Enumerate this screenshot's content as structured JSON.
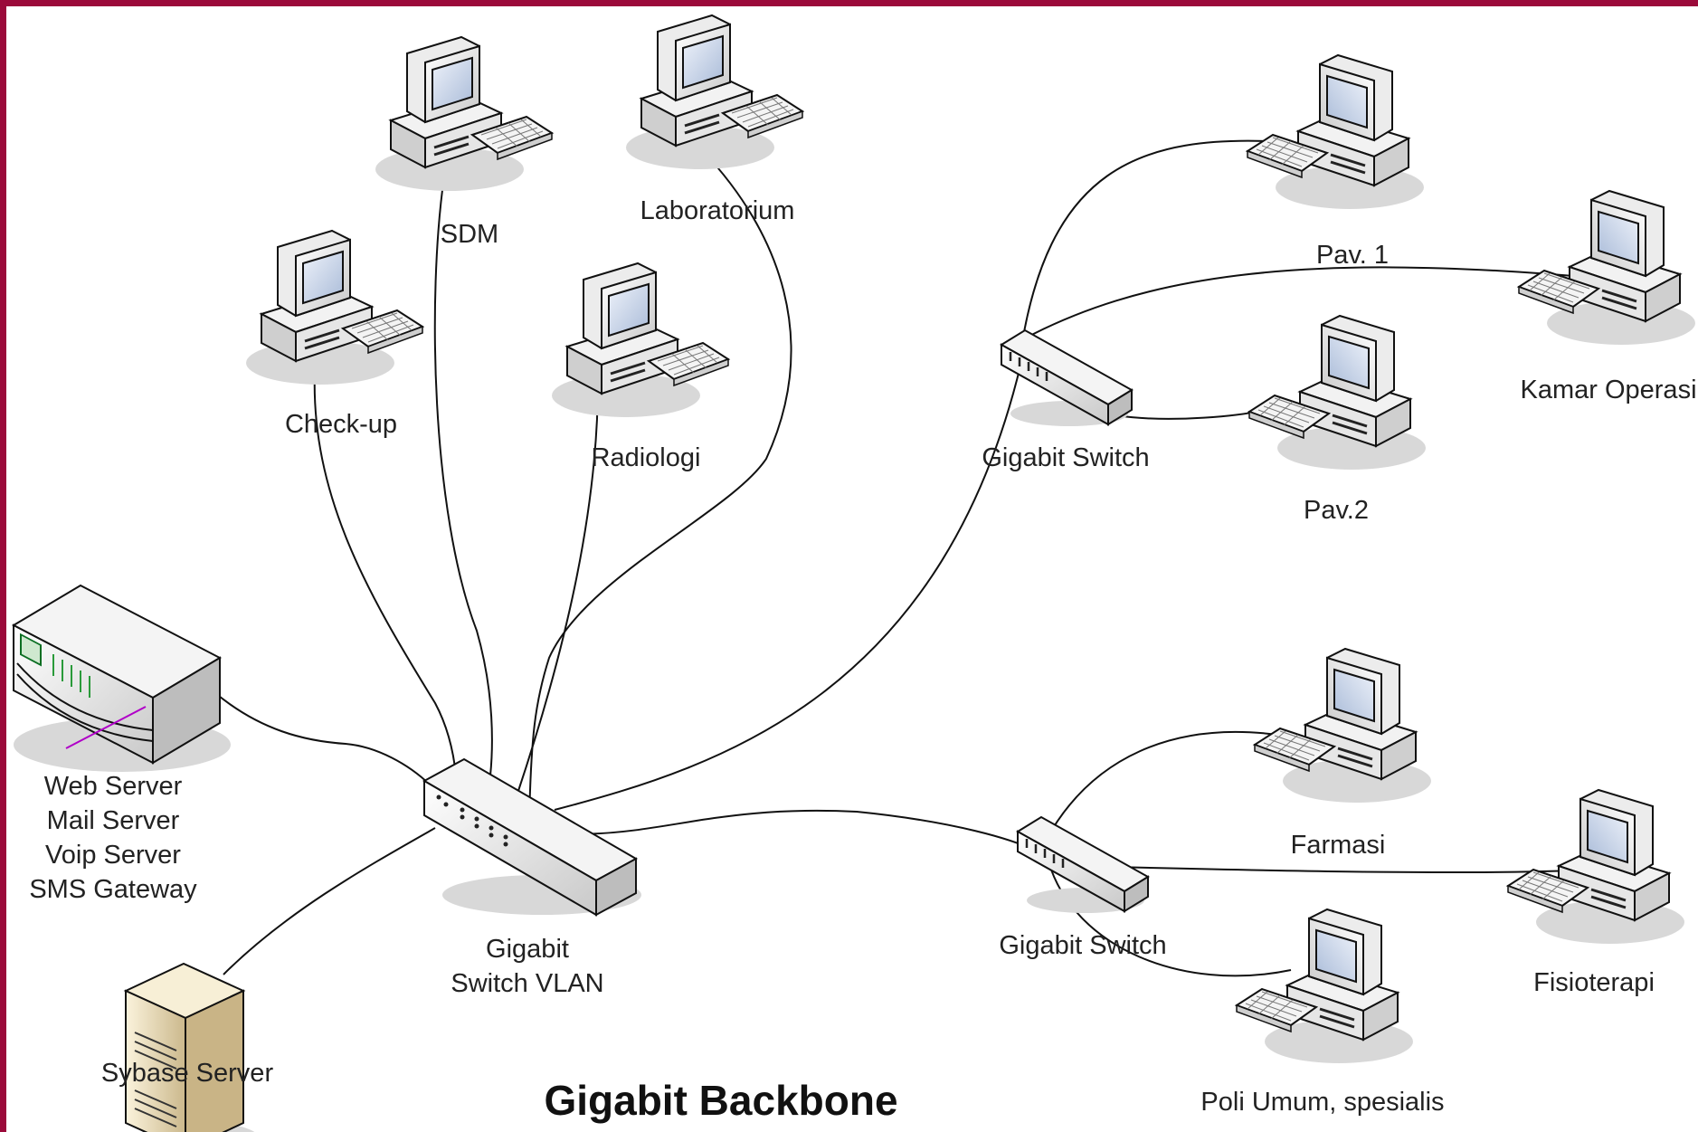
{
  "diagram": {
    "title": "Gigabit Backbone",
    "colors": {
      "border": "#9b0a3a",
      "cable": "#111111",
      "device_face": "#e8e8e8",
      "screen": "#c7d3e6",
      "server": "#e8dcc0"
    },
    "nodes": {
      "core_switch": "Gigabit\nSwitch VLAN",
      "web_server": "Web Server\nMail Server\nVoip Server\nSMS Gateway",
      "sybase_server": "Sybase Server",
      "check_up": "Check-up",
      "sdm": "SDM",
      "laboratorium": "Laboratorium",
      "radiologi": "Radiologi",
      "switch_top": "Gigabit Switch",
      "switch_bottom": "Gigabit Switch",
      "pav1": "Pav. 1",
      "pav2": "Pav.2",
      "kamar_operasi": "Kamar Operasi",
      "farmasi": "Farmasi",
      "fisioterapi": "Fisioterapi",
      "poli_umum": "Poli Umum, spesialis"
    },
    "icons": {
      "workstation": "desktop-computer-icon",
      "switch": "network-switch-icon",
      "rack_server": "rack-server-icon",
      "tower_server": "tower-server-icon"
    },
    "connections": [
      [
        "core_switch",
        "web_server"
      ],
      [
        "core_switch",
        "sybase_server"
      ],
      [
        "core_switch",
        "check_up"
      ],
      [
        "core_switch",
        "sdm"
      ],
      [
        "core_switch",
        "laboratorium"
      ],
      [
        "core_switch",
        "radiologi"
      ],
      [
        "core_switch",
        "switch_top"
      ],
      [
        "core_switch",
        "switch_bottom"
      ],
      [
        "switch_top",
        "pav1"
      ],
      [
        "switch_top",
        "kamar_operasi"
      ],
      [
        "switch_top",
        "pav2"
      ],
      [
        "switch_bottom",
        "farmasi"
      ],
      [
        "switch_bottom",
        "fisioterapi"
      ],
      [
        "switch_bottom",
        "poli_umum"
      ]
    ]
  }
}
